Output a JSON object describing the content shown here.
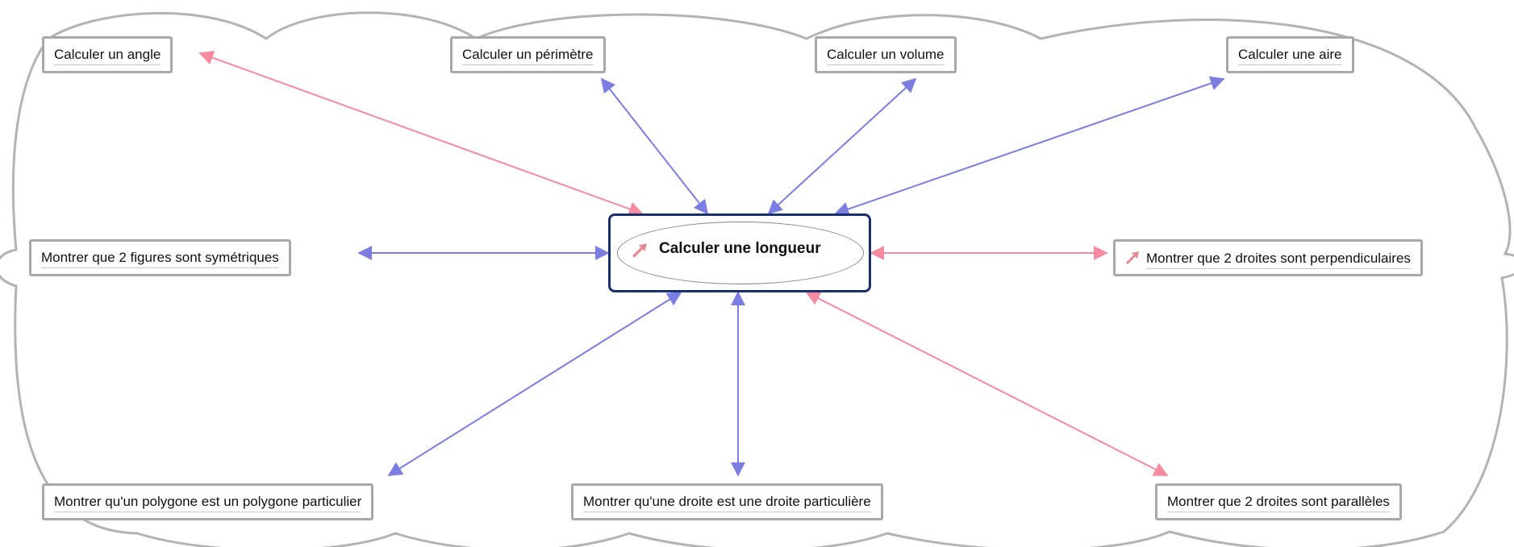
{
  "center": {
    "label": "Calculer une longueur",
    "icon": "link-arrow-icon"
  },
  "nodes": {
    "angle": "Calculer un angle",
    "perimetre": "Calculer un périmètre",
    "volume": "Calculer un volume",
    "aire": "Calculer une aire",
    "symetriques": "Montrer que 2 figures sont symétriques",
    "perpendiculaires": "Montrer que 2 droites sont perpendiculaires",
    "polygone": "Montrer qu'un polygone est un polygone particulier",
    "droite_particuliere": "Montrer qu'une droite est une droite particulière",
    "paralleles": "Montrer que 2 droites sont parallèles"
  },
  "colors": {
    "blue_link": "#6f72d6",
    "pink_link": "#f07b93",
    "cloud": "#b3b3b3",
    "center_border": "#1a2f6e",
    "node_border": "#a8a8a8"
  }
}
